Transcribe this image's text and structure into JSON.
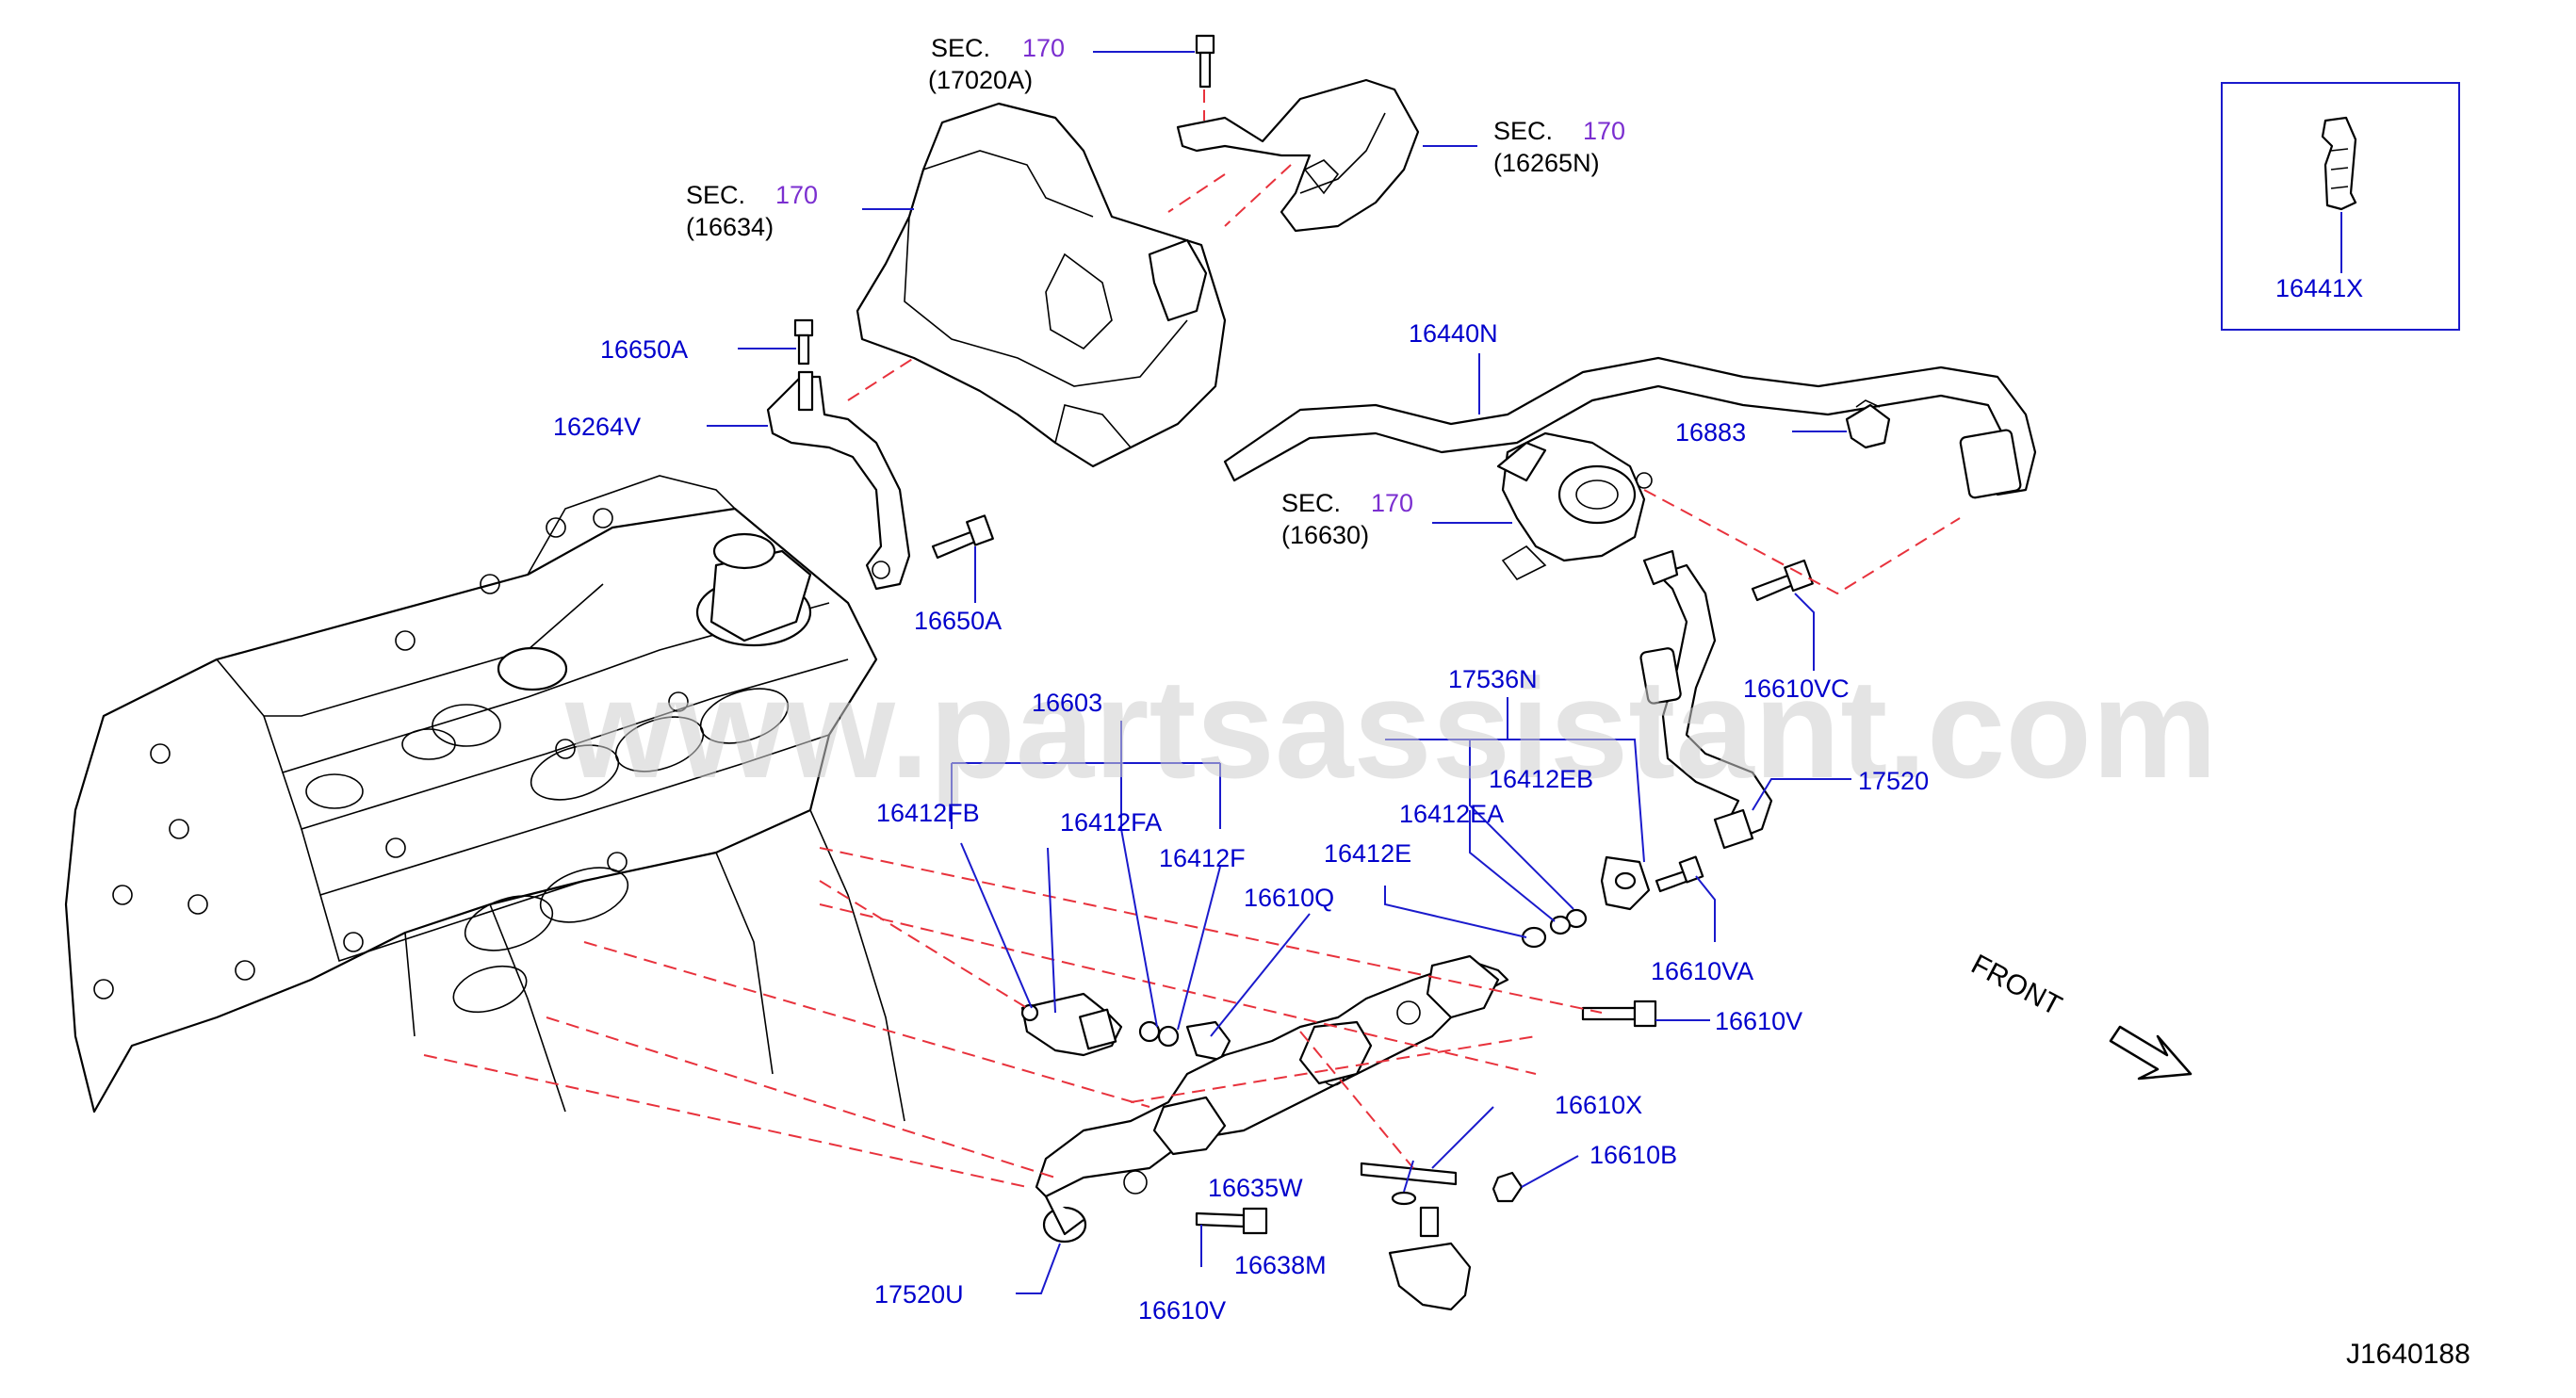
{
  "watermark": "www.partsassistant.com",
  "diagram_code": "J1640188",
  "front_label": "FRONT",
  "sec_prefix": "SEC.",
  "sec_number": "170",
  "sections": [
    {
      "ref": "(17020A)"
    },
    {
      "ref": "(16265N)"
    },
    {
      "ref": "(16634)"
    },
    {
      "ref": "(16630)"
    }
  ],
  "inset": {
    "part": "16441X"
  },
  "labels": {
    "p16650A_top": "16650A",
    "p16264V": "16264V",
    "p16650A_mid": "16650A",
    "p16440N": "16440N",
    "p16883": "16883",
    "p16610VC": "16610VC",
    "p17536N": "17536N",
    "p16412EB": "16412EB",
    "p16412EA": "16412EA",
    "p17520": "17520",
    "p16412E": "16412E",
    "p16610VA": "16610VA",
    "p16603": "16603",
    "p16412FB": "16412FB",
    "p16412FA": "16412FA",
    "p16412F": "16412F",
    "p16610Q": "16610Q",
    "p16610V_right": "16610V",
    "p16610X": "16610X",
    "p16610B": "16610B",
    "p16635W": "16635W",
    "p16638M": "16638M",
    "p17520U": "17520U",
    "p16610V_bottom": "16610V"
  },
  "colors": {
    "label": "#0000cc",
    "section_number": "#7b2fd0",
    "dashed_line": "#e8323c",
    "watermark": "#cfcfcf"
  }
}
